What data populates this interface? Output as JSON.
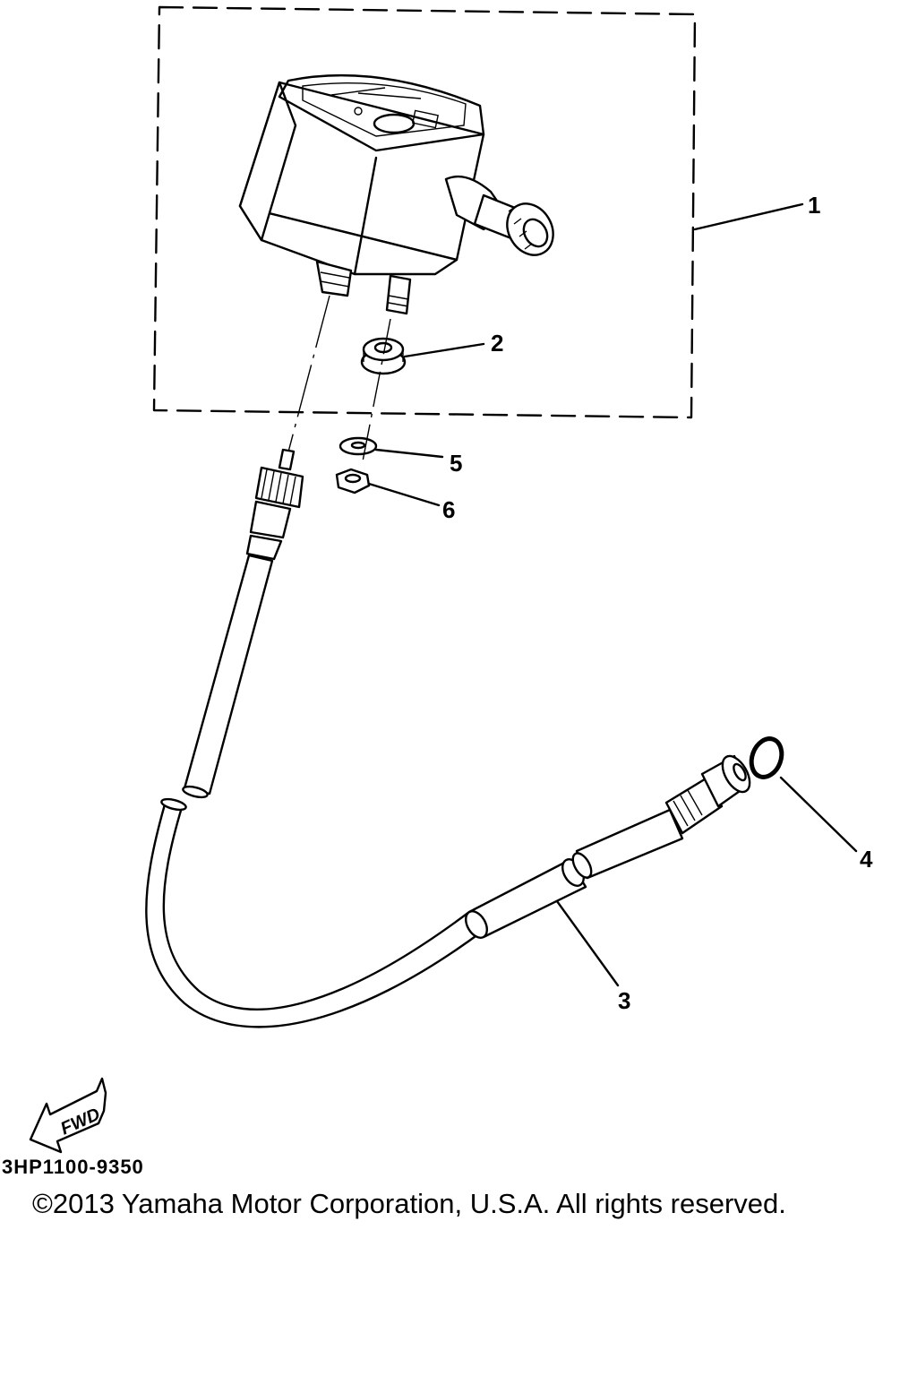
{
  "diagram": {
    "callouts": [
      {
        "id": "1",
        "label": "1"
      },
      {
        "id": "2",
        "label": "2"
      },
      {
        "id": "3",
        "label": "3"
      },
      {
        "id": "4",
        "label": "4"
      },
      {
        "id": "5",
        "label": "5"
      },
      {
        "id": "6",
        "label": "6"
      }
    ],
    "fwd_label": "FWD",
    "diagram_code": "3HP1100-9350"
  },
  "footer": {
    "copyright": "©2013 Yamaha Motor Corporation, U.S.A. All rights reserved."
  },
  "colors": {
    "ink": "#000000",
    "background": "#ffffff"
  }
}
